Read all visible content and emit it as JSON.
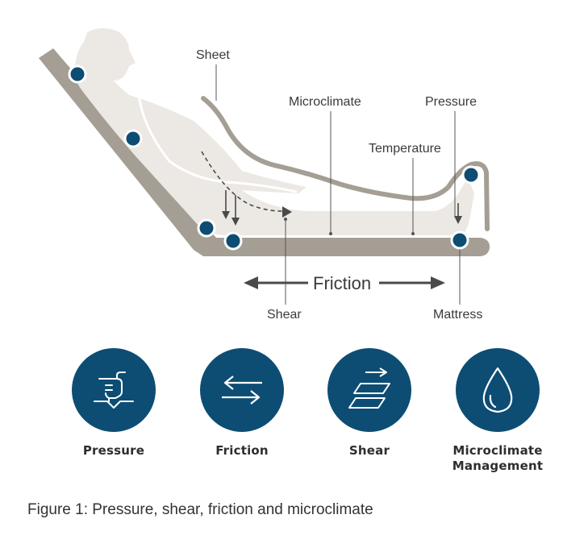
{
  "diagram": {
    "labels": {
      "sheet": "Sheet",
      "microclimate": "Microclimate",
      "pressure": "Pressure",
      "temperature": "Temperature",
      "friction": "Friction",
      "shear": "Shear",
      "mattress": "Mattress"
    },
    "colors": {
      "bed": "#a59e94",
      "body": "#ece8e3",
      "sheet": "#a59e94",
      "pressure_dot": "#0d4d73",
      "arrow": "#4a4a4a"
    }
  },
  "icons": [
    {
      "label_1": "Pressure",
      "label_2": "",
      "icon": "pressure-hand-icon"
    },
    {
      "label_1": "Friction",
      "label_2": "",
      "icon": "opposing-arrows-icon"
    },
    {
      "label_1": "Shear",
      "label_2": "",
      "icon": "shear-planes-icon"
    },
    {
      "label_1": "Microclimate",
      "label_2": "Management",
      "icon": "water-drop-icon"
    }
  ],
  "caption": "Figure 1: Pressure, shear, friction and microclimate"
}
